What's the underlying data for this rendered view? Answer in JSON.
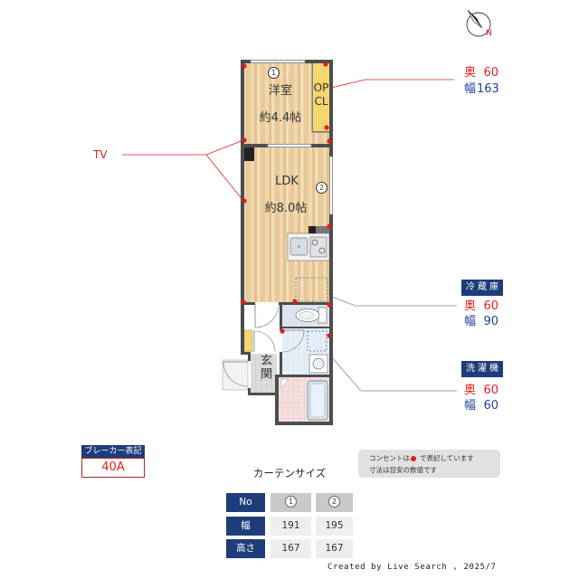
{
  "compass": {
    "icon": "compass-icon",
    "north_label": "N"
  },
  "floor_plan": {
    "rooms": {
      "western_room": {
        "name": "洋室",
        "size": "約4.4帖"
      },
      "ldk": {
        "name": "LDK",
        "size": "約8.0帖"
      },
      "entrance": {
        "name": "玄関"
      }
    },
    "closet": {
      "line1": "OP",
      "line2": "CL"
    },
    "windows": [
      {
        "number": "1"
      },
      {
        "number": "2"
      }
    ]
  },
  "annotations": {
    "tv": {
      "label": "TV"
    },
    "closet_dims": {
      "depth_label": "奥",
      "depth": "60",
      "width_label": "幅",
      "width": "163"
    },
    "refrigerator": {
      "title": "冷蔵庫",
      "depth_label": "奥",
      "depth": "60",
      "width_label": "幅",
      "width": "90"
    },
    "washing_machine": {
      "title": "洗濯機",
      "depth_label": "奥",
      "depth": "60",
      "width_label": "幅",
      "width": "60"
    }
  },
  "breaker": {
    "label": "ブレーカー表記",
    "value": "40A"
  },
  "note": {
    "line1_before": "コンセントは",
    "line1_after": "で表記しています",
    "line2": "寸法は目安の数値です"
  },
  "curtain_sizes": {
    "title": "カーテンサイズ",
    "header": {
      "label": "No",
      "columns": [
        "1",
        "2"
      ]
    },
    "rows": [
      {
        "label": "幅",
        "values": [
          "191",
          "195"
        ]
      },
      {
        "label": "高さ",
        "values": [
          "167",
          "167"
        ]
      }
    ]
  },
  "credit": "Created by Live Search , 2025/7",
  "colors": {
    "navy": "#1f3d7a",
    "depth_red": "#e0201e",
    "width_blue": "#22409a",
    "outlet_red": "#e01e1e",
    "floor_wood": "#ecd2a5",
    "closet_yellow": "#f6d66e",
    "leader_blue": "#6e8fb8"
  }
}
